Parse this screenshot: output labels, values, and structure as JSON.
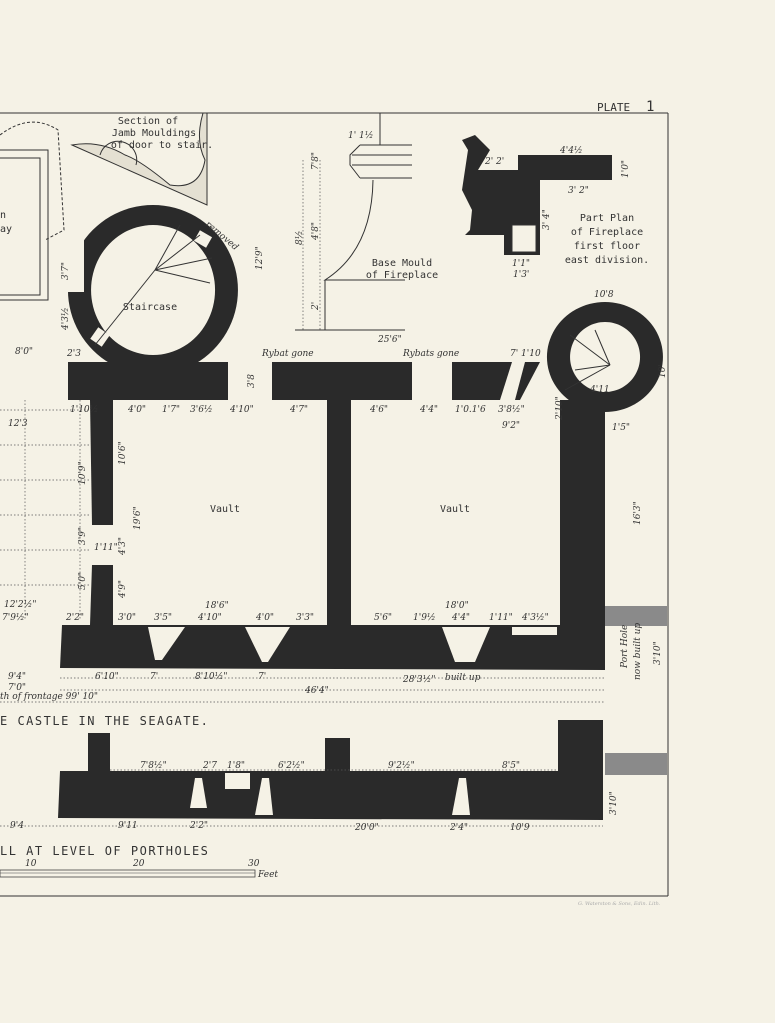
{
  "plate": {
    "label": "PLATE",
    "number": "1"
  },
  "jamb_section": {
    "lines": [
      "Section of",
      "Jamb Mouldings",
      "of door to stair."
    ]
  },
  "doorway_fragment": {
    "lines": [
      "n",
      "ay"
    ]
  },
  "staircase": {
    "label": "Staircase",
    "removed": "removed"
  },
  "base_mould": {
    "lines": [
      "Base Mould",
      "of Fireplace"
    ]
  },
  "fireplace_plan": {
    "lines": [
      "Part Plan",
      "of Fireplace",
      "first floor",
      "east division."
    ]
  },
  "plan": {
    "vault_left": "Vault",
    "vault_right": "Vault",
    "rybat_gone": "Rybat gone",
    "rybats_gone": "Rybats gone",
    "built_up": "built up",
    "port_hole": "Port Hole",
    "now_built_up": "now built up",
    "frontage": "th of frontage  99' 10\""
  },
  "dimensions": {
    "top": [
      "1' 1½",
      "7'8\"",
      "8½",
      "4'8\"",
      "2'",
      "25'6\"",
      "4'4½",
      "2' 2'",
      "3' 2\"",
      "1'0\"",
      "3' 4\"",
      "1'1\"",
      "1'3'",
      "10'8",
      "12'9\"",
      "3'7\"",
      "4'3½",
      "2'3",
      "8'0\"",
      "3'8",
      "7' 1'10",
      "1'10½",
      "4'0\"",
      "1'7\"",
      "3'6½",
      "4'10\"",
      "4'7\"",
      "4'6\"",
      "4'4\"",
      "1'0.1'6",
      "3'8½\"",
      "9'2\"",
      "2'10\"",
      "4'11",
      "1'5\"",
      "10'"
    ],
    "middle": [
      "12'3",
      "10'9\"",
      "10'6\"",
      "19'6\"",
      "1'11\"",
      "4'3\"",
      "3'9\"",
      "5'0\"",
      "4'9\"",
      "16'3\"",
      "12'2½\"",
      "7'9½\"",
      "2'2\"",
      "18'6\"",
      "18'0\""
    ],
    "bottom": [
      "3'0\"",
      "3'5\"",
      "4'10\"",
      "4'0\"",
      "3'3\"",
      "5'6\"",
      "1'9½",
      "4'4\"",
      "1'11\"",
      "4'3½\"",
      "9'4\"",
      "7'0\"",
      "6'10\"",
      "7'",
      "8'10½\"",
      "7'",
      "28'3½\"",
      "46'4\"",
      "3'10\""
    ],
    "elevation": [
      "7'8½\"",
      "2'7",
      "1'8\"",
      "6'2½\"",
      "9'2½\"",
      "8'5\"",
      "9'4",
      "9'11",
      "2'2\"",
      "20'0\"",
      "2'4\"",
      "10'9",
      "3'10\""
    ]
  },
  "titles": {
    "plan": "E CASTLE IN THE SEAGATE.",
    "elevation": "LL AT LEVEL OF PORTHOLES"
  },
  "scale": {
    "ticks": [
      "10",
      "20",
      "30"
    ],
    "unit": "Feet"
  },
  "credit": "G. Waterston & Sons, Edin. Lith."
}
